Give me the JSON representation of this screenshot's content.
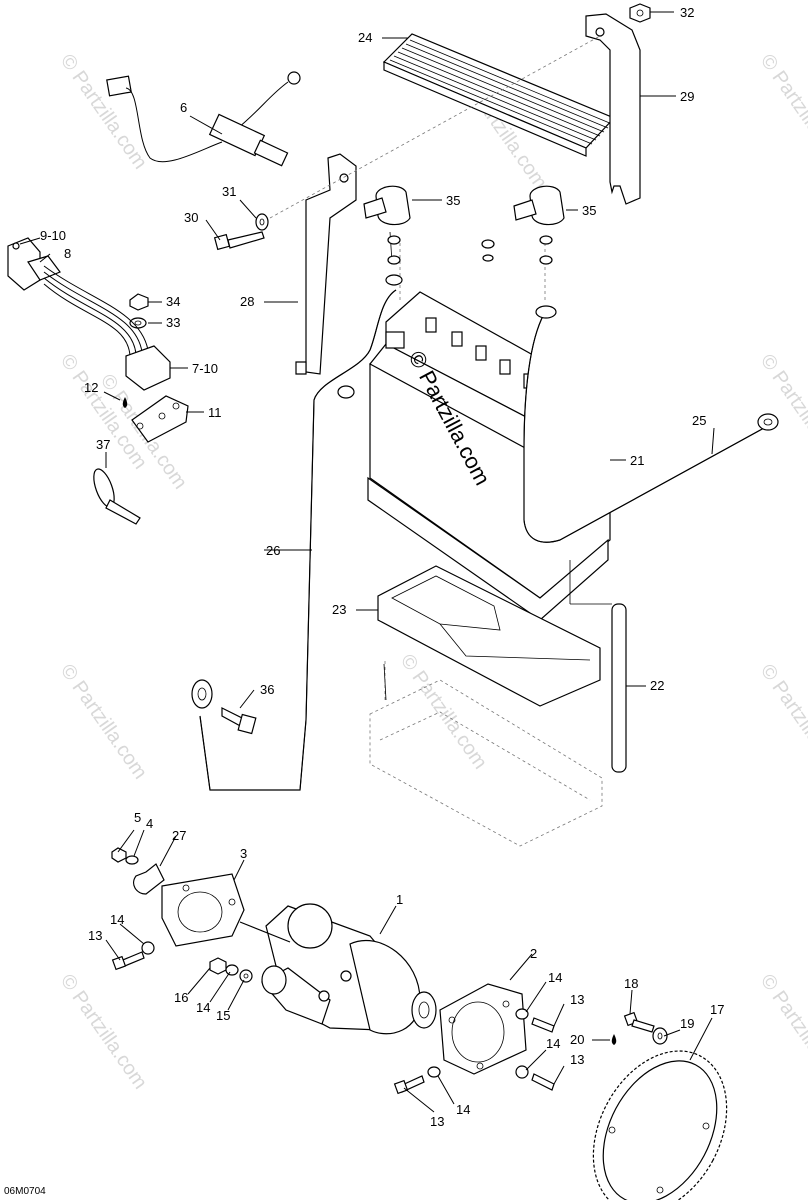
{
  "diagram": {
    "code": "06M0704",
    "watermark_main": "© Partzilla.com",
    "watermark_faint": "© Partzilla.com",
    "callouts": [
      {
        "id": "c1",
        "text": "1"
      },
      {
        "id": "c2",
        "text": "2"
      },
      {
        "id": "c3",
        "text": "3"
      },
      {
        "id": "c4",
        "text": "4"
      },
      {
        "id": "c5",
        "text": "5"
      },
      {
        "id": "c6",
        "text": "6"
      },
      {
        "id": "c7-10",
        "text": "7-10"
      },
      {
        "id": "c8",
        "text": "8"
      },
      {
        "id": "c9-10",
        "text": "9-10"
      },
      {
        "id": "c11",
        "text": "11"
      },
      {
        "id": "c12",
        "text": "12"
      },
      {
        "id": "c13a",
        "text": "13"
      },
      {
        "id": "c13b",
        "text": "13"
      },
      {
        "id": "c13c",
        "text": "13"
      },
      {
        "id": "c13d",
        "text": "13"
      },
      {
        "id": "c14a",
        "text": "14"
      },
      {
        "id": "c14b",
        "text": "14"
      },
      {
        "id": "c14c",
        "text": "14"
      },
      {
        "id": "c14d",
        "text": "14"
      },
      {
        "id": "c14e",
        "text": "14"
      },
      {
        "id": "c15",
        "text": "15"
      },
      {
        "id": "c16",
        "text": "16"
      },
      {
        "id": "c17",
        "text": "17"
      },
      {
        "id": "c18",
        "text": "18"
      },
      {
        "id": "c19",
        "text": "19"
      },
      {
        "id": "c20",
        "text": "20"
      },
      {
        "id": "c21",
        "text": "21"
      },
      {
        "id": "c22",
        "text": "22"
      },
      {
        "id": "c23",
        "text": "23"
      },
      {
        "id": "c24",
        "text": "24"
      },
      {
        "id": "c25",
        "text": "25"
      },
      {
        "id": "c26",
        "text": "26"
      },
      {
        "id": "c27",
        "text": "27"
      },
      {
        "id": "c28",
        "text": "28"
      },
      {
        "id": "c29",
        "text": "29"
      },
      {
        "id": "c30",
        "text": "30"
      },
      {
        "id": "c31",
        "text": "31"
      },
      {
        "id": "c32",
        "text": "32"
      },
      {
        "id": "c33",
        "text": "33"
      },
      {
        "id": "c34",
        "text": "34"
      },
      {
        "id": "c35a",
        "text": "35"
      },
      {
        "id": "c35b",
        "text": "35"
      },
      {
        "id": "c36",
        "text": "36"
      },
      {
        "id": "c37",
        "text": "37"
      }
    ]
  }
}
